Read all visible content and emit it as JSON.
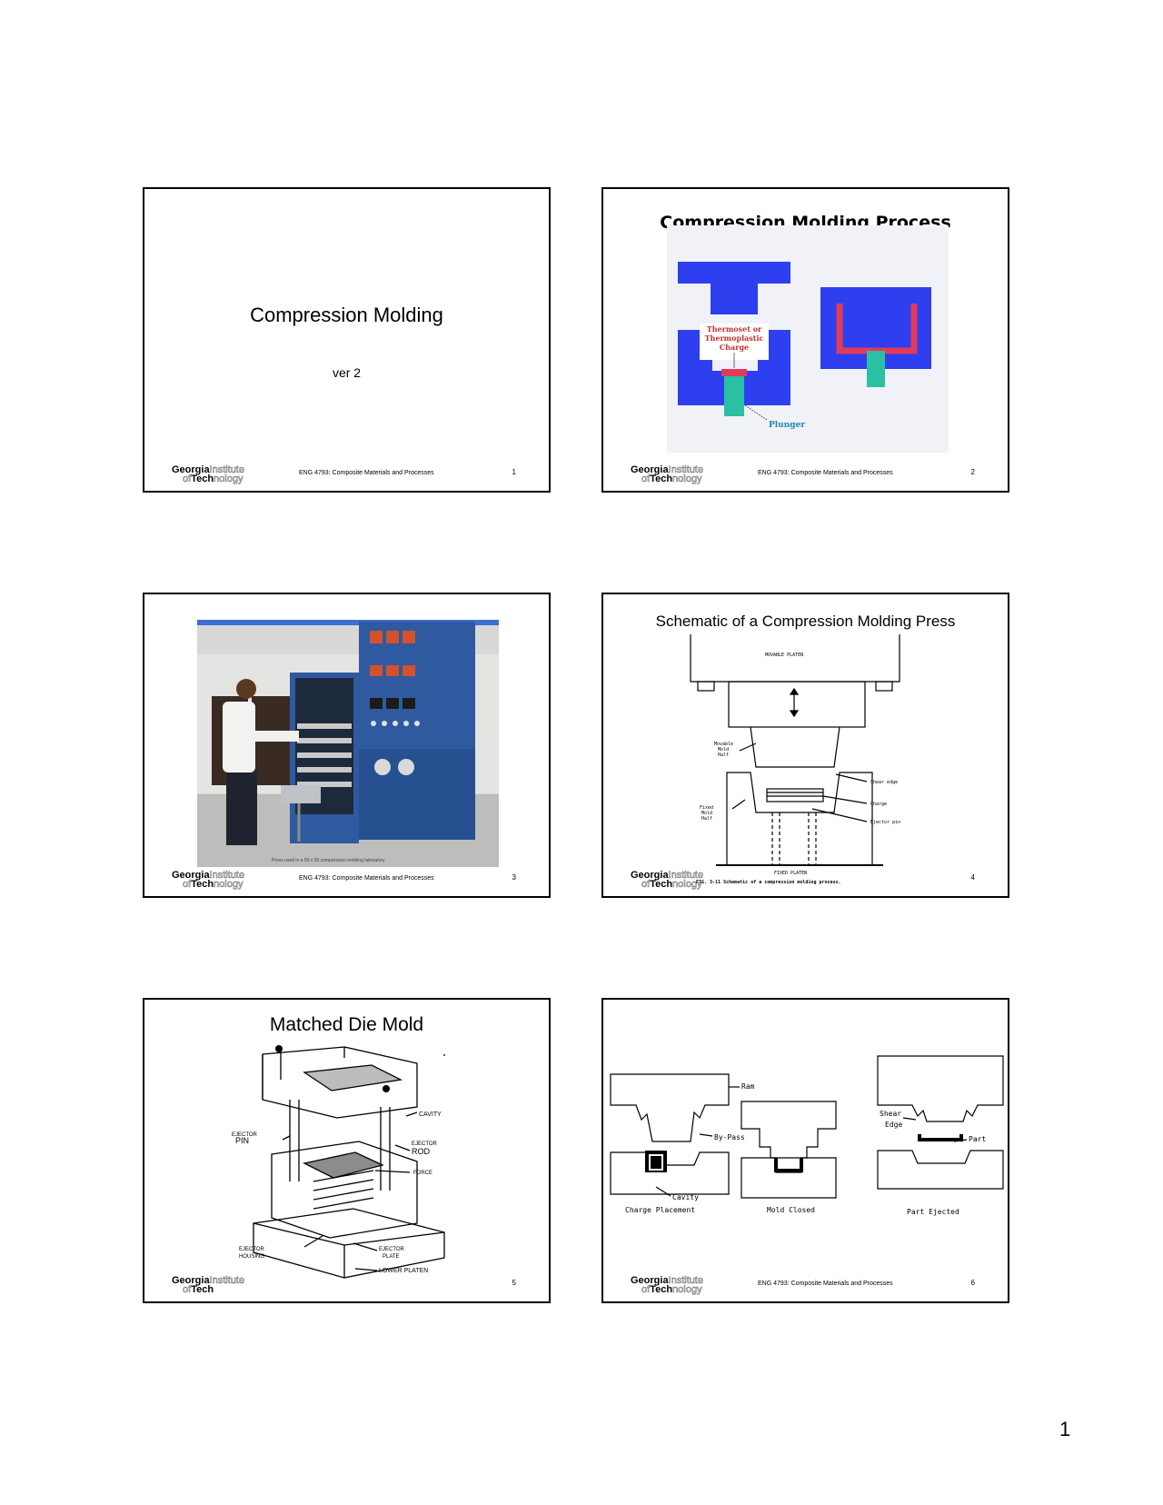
{
  "document": {
    "page_number": "1",
    "footer": {
      "logo_line1": "Georgia",
      "logo_line1_ghost": "Institute",
      "logo_line2": "Tech",
      "logo_line2_prefix": "of",
      "logo_line2_ghost": "nology",
      "course": "ENG 4793: Composite Materials and Processes"
    },
    "slides": [
      {
        "number": "1",
        "title": "Compression Molding",
        "subtitle": "ver 2"
      },
      {
        "number": "2",
        "title": "Compression Molding Process",
        "labels": {
          "charge": [
            "Thermoset or",
            "Thermoplastic",
            "Charge"
          ],
          "plunger": "Plunger"
        }
      },
      {
        "number": "3",
        "caption": "Press used in a 50 x 50 compression molding laboratory"
      },
      {
        "number": "4",
        "title": "Schematic of a Compression Molding Press",
        "labels": {
          "movable_platen": "MOVABLE PLATEN",
          "movable_half": [
            "Movable",
            "Mold",
            "Half"
          ],
          "fixed_half": [
            "Fixed",
            "Mold",
            "Half"
          ],
          "shear_edge": "Shear edge",
          "charge": "Charge",
          "ejector_pin": "Ejector pin",
          "fixed_platen": "FIXED PLATEN",
          "figure_caption": "FIG. 3-11  Schematic of a compression molding process."
        }
      },
      {
        "number": "5",
        "title": "Matched Die Mold",
        "labels": {
          "cavity": "CAVITY",
          "ejector_pin": [
            "EJECTOR",
            "PIN"
          ],
          "ejector_rod": [
            "EJECTOR",
            "ROD"
          ],
          "force": "FORCE",
          "ejector_housing": [
            "EJECTOR",
            "HOUSING"
          ],
          "ejector_plate": [
            "EJECTOR",
            "PLATE"
          ],
          "lower_platen": "LOWER PLATEN"
        }
      },
      {
        "number": "6",
        "labels": {
          "ram": "Ram",
          "bypass": "By-Pass",
          "cavity": "Cavity",
          "shear_edge": [
            "Shear",
            "Edge"
          ],
          "part": "Part",
          "stage1": "Charge Placement",
          "stage2": "Mold Closed",
          "stage3": "Part Ejected"
        }
      }
    ]
  }
}
